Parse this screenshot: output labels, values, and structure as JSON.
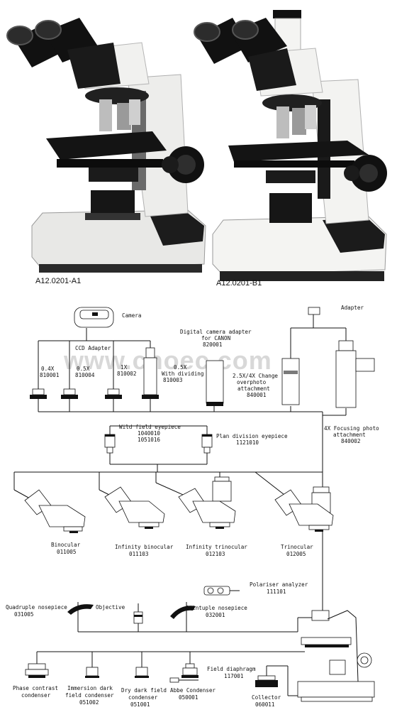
{
  "photos": {
    "left_model": "A12.0201-A1",
    "right_model": "A12.0201-B1"
  },
  "watermark": "www.cnoec.com",
  "diagram": {
    "camera": "Camera",
    "ccd_adapter": "CCD Adapter",
    "adapter": "Adapter",
    "digital_adapter": [
      "Digital camera adapter",
      "for CANON",
      "820001"
    ],
    "relay_04x": [
      "0.4X",
      "810001"
    ],
    "relay_05x": [
      "0.5X",
      "810004"
    ],
    "relay_1x": [
      "1X",
      "810002"
    ],
    "relay_05x_div": [
      "0.5X",
      "With dividing",
      "810003"
    ],
    "change_attach": [
      "2.5X/4X Change",
      "overphoto",
      "attachment",
      "840001"
    ],
    "focusing_attach": [
      "4X Focusing photo",
      "attachment",
      "840002"
    ],
    "wf_eyepiece": [
      "Wild field eyepiece",
      "1040010",
      "1051016"
    ],
    "plan_eyepiece": [
      "Plan division eyepiece",
      "1121010"
    ],
    "binocular": [
      "Binocular",
      "011005"
    ],
    "inf_binocular": [
      "Infinity binocular",
      "011103"
    ],
    "inf_trinocular": [
      "Infinity trinocular",
      "012103"
    ],
    "trinocular": [
      "Trinocular",
      "012005"
    ],
    "polariser": [
      "Polariser analyzer",
      "111101"
    ],
    "quad_nose": [
      "Quadruple nosepiece",
      "031005"
    ],
    "objective": "Objective",
    "quint_nose": [
      "Quintuple nosepiece",
      "032001"
    ],
    "field_diaphragm": [
      "Field diaphragm",
      "117001"
    ],
    "phase": [
      "Phase contrast",
      "condenser"
    ],
    "immersion": [
      "Immersion dark",
      "field condenser",
      "051002"
    ],
    "drydark": [
      "Dry dark field",
      "condenser",
      "051001"
    ],
    "abbe": [
      "Abbe Condenser",
      "050001"
    ],
    "collector": [
      "Collector",
      "060011"
    ]
  }
}
